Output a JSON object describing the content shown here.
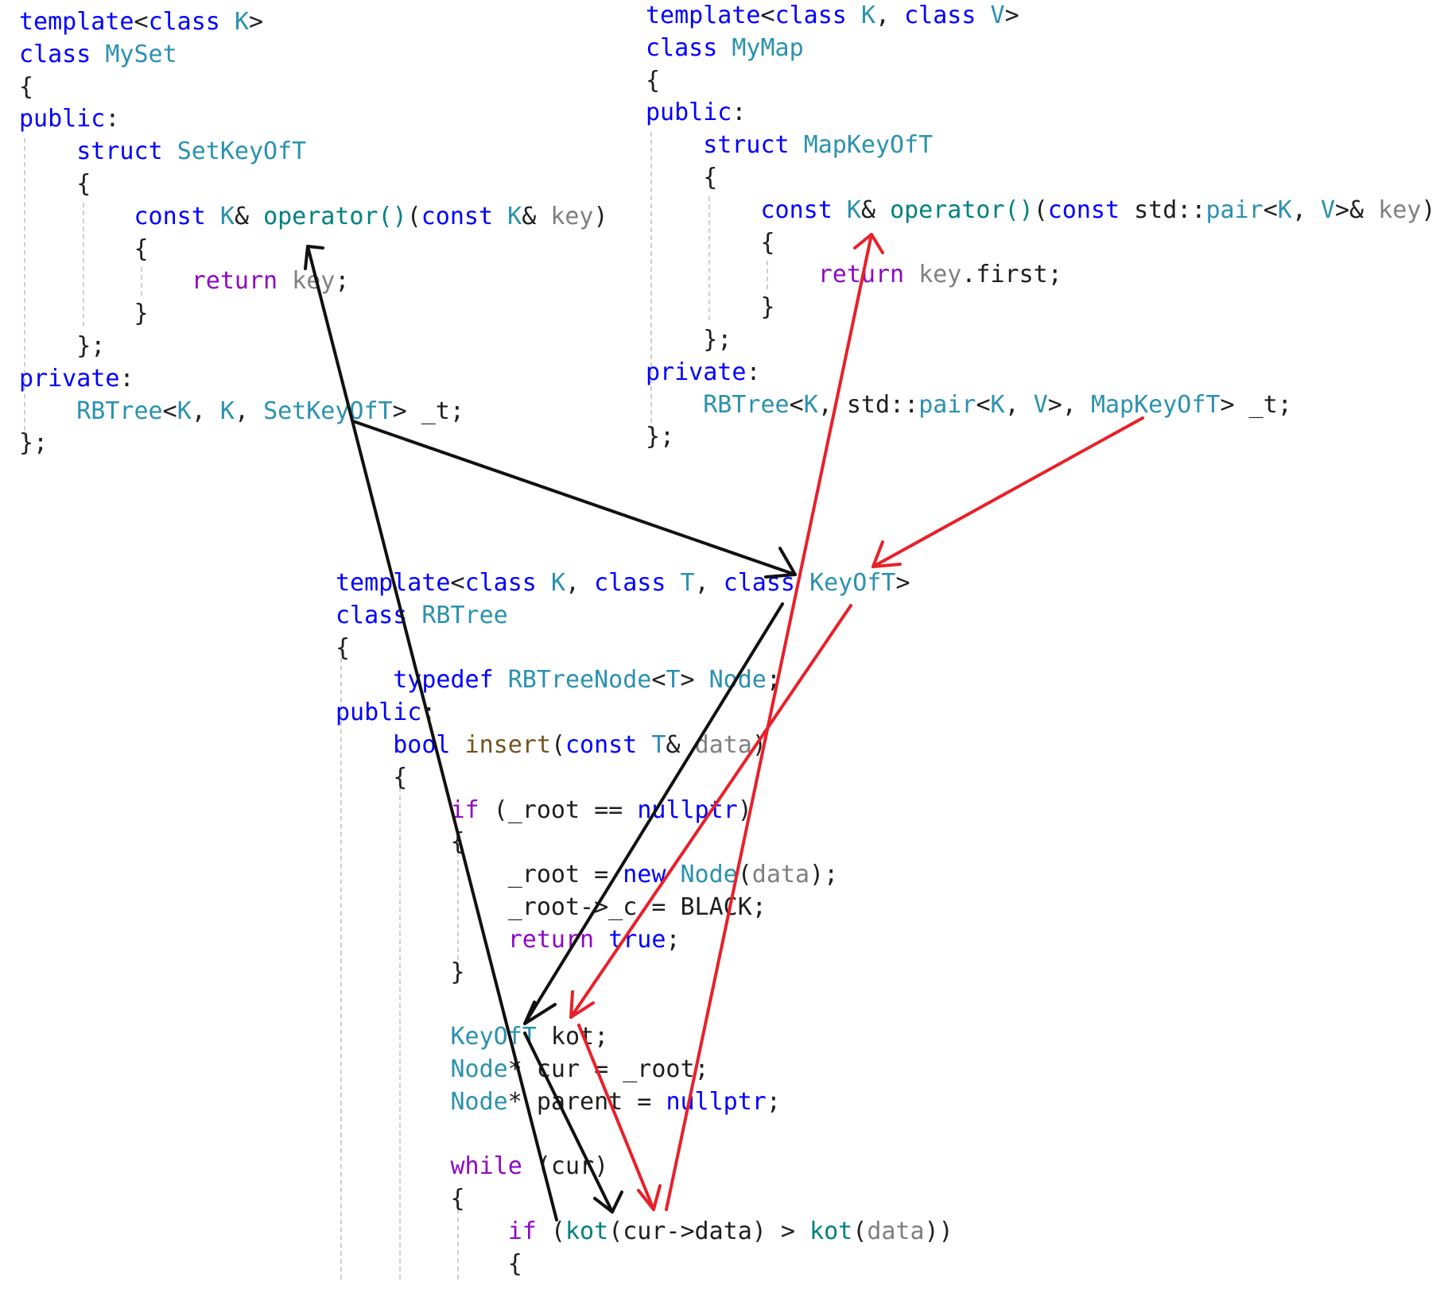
{
  "set_code": [
    [
      [
        "template",
        "kw"
      ],
      [
        "<",
        ""
      ],
      [
        "class",
        "kw"
      ],
      [
        " ",
        ""
      ],
      [
        "K",
        "ty"
      ],
      [
        ">",
        ""
      ]
    ],
    [
      [
        "class",
        "kw"
      ],
      [
        " ",
        ""
      ],
      [
        "MySet",
        "ty"
      ]
    ],
    [
      [
        "{",
        ""
      ]
    ],
    [
      [
        "public",
        "kw"
      ],
      [
        ":",
        ""
      ]
    ],
    [
      [
        "    ",
        ""
      ],
      [
        "struct",
        "kw"
      ],
      [
        " ",
        ""
      ],
      [
        "SetKeyOfT",
        "ty"
      ]
    ],
    [
      [
        "    {",
        ""
      ]
    ],
    [
      [
        "        ",
        ""
      ],
      [
        "const",
        "kw"
      ],
      [
        " ",
        ""
      ],
      [
        "K",
        "ty"
      ],
      [
        "& ",
        ""
      ],
      [
        "operator()",
        "op"
      ],
      [
        "(",
        ""
      ],
      [
        "const",
        "kw"
      ],
      [
        " ",
        ""
      ],
      [
        "K",
        "ty"
      ],
      [
        "& ",
        ""
      ],
      [
        "key",
        "par"
      ],
      [
        ")",
        ""
      ]
    ],
    [
      [
        "        {",
        ""
      ]
    ],
    [
      [
        "            ",
        ""
      ],
      [
        "return",
        "ctl"
      ],
      [
        " ",
        ""
      ],
      [
        "key",
        "par"
      ],
      [
        ";",
        ""
      ]
    ],
    [
      [
        "        }",
        ""
      ]
    ],
    [
      [
        "    };",
        ""
      ]
    ],
    [
      [
        "private",
        "kw"
      ],
      [
        ":",
        ""
      ]
    ],
    [
      [
        "    ",
        ""
      ],
      [
        "RBTree",
        "ty"
      ],
      [
        "<",
        ""
      ],
      [
        "K",
        "ty"
      ],
      [
        ", ",
        ""
      ],
      [
        "K",
        "ty"
      ],
      [
        ", ",
        ""
      ],
      [
        "SetKeyOfT",
        "ty"
      ],
      [
        "> _t;",
        ""
      ]
    ],
    [
      [
        "};",
        ""
      ]
    ]
  ],
  "map_code": [
    [
      [
        "template",
        "kw"
      ],
      [
        "<",
        ""
      ],
      [
        "class",
        "kw"
      ],
      [
        " ",
        ""
      ],
      [
        "K",
        "ty"
      ],
      [
        ", ",
        ""
      ],
      [
        "class",
        "kw"
      ],
      [
        " ",
        ""
      ],
      [
        "V",
        "ty"
      ],
      [
        ">",
        ""
      ]
    ],
    [
      [
        "class",
        "kw"
      ],
      [
        " ",
        ""
      ],
      [
        "MyMap",
        "ty"
      ]
    ],
    [
      [
        "{",
        ""
      ]
    ],
    [
      [
        "public",
        "kw"
      ],
      [
        ":",
        ""
      ]
    ],
    [
      [
        "    ",
        ""
      ],
      [
        "struct",
        "kw"
      ],
      [
        " ",
        ""
      ],
      [
        "MapKeyOfT",
        "ty"
      ]
    ],
    [
      [
        "    {",
        ""
      ]
    ],
    [
      [
        "        ",
        ""
      ],
      [
        "const",
        "kw"
      ],
      [
        " ",
        ""
      ],
      [
        "K",
        "ty"
      ],
      [
        "& ",
        ""
      ],
      [
        "operator()",
        "op"
      ],
      [
        "(",
        ""
      ],
      [
        "const",
        "kw"
      ],
      [
        " std::",
        ""
      ],
      [
        "pair",
        "ty"
      ],
      [
        "<",
        ""
      ],
      [
        "K",
        "ty"
      ],
      [
        ", ",
        ""
      ],
      [
        "V",
        "ty"
      ],
      [
        ">& ",
        ""
      ],
      [
        "key",
        "par"
      ],
      [
        ")",
        ""
      ]
    ],
    [
      [
        "        {",
        ""
      ]
    ],
    [
      [
        "            ",
        ""
      ],
      [
        "return",
        "ctl"
      ],
      [
        " ",
        ""
      ],
      [
        "key",
        "par"
      ],
      [
        ".first;",
        ""
      ]
    ],
    [
      [
        "        }",
        ""
      ]
    ],
    [
      [
        "    };",
        ""
      ]
    ],
    [
      [
        "private",
        "kw"
      ],
      [
        ":",
        ""
      ]
    ],
    [
      [
        "    ",
        ""
      ],
      [
        "RBTree",
        "ty"
      ],
      [
        "<",
        ""
      ],
      [
        "K",
        "ty"
      ],
      [
        ", std::",
        ""
      ],
      [
        "pair",
        "ty"
      ],
      [
        "<",
        ""
      ],
      [
        "K",
        "ty"
      ],
      [
        ", ",
        ""
      ],
      [
        "V",
        "ty"
      ],
      [
        ">, ",
        ""
      ],
      [
        "MapKeyOfT",
        "ty"
      ],
      [
        "> _t;",
        ""
      ]
    ],
    [
      [
        "};",
        ""
      ]
    ]
  ],
  "rbtree_code": [
    [
      [
        "template",
        "kw"
      ],
      [
        "<",
        ""
      ],
      [
        "class",
        "kw"
      ],
      [
        " ",
        ""
      ],
      [
        "K",
        "ty"
      ],
      [
        ", ",
        ""
      ],
      [
        "class",
        "kw"
      ],
      [
        " ",
        ""
      ],
      [
        "T",
        "ty"
      ],
      [
        ", ",
        ""
      ],
      [
        "class",
        "kw"
      ],
      [
        " ",
        ""
      ],
      [
        "KeyOfT",
        "ty"
      ],
      [
        ">",
        ""
      ]
    ],
    [
      [
        "class",
        "kw"
      ],
      [
        " ",
        ""
      ],
      [
        "RBTree",
        "ty"
      ]
    ],
    [
      [
        "{",
        ""
      ]
    ],
    [
      [
        "    ",
        ""
      ],
      [
        "typedef",
        "kw"
      ],
      [
        " ",
        ""
      ],
      [
        "RBTreeNode",
        "ty"
      ],
      [
        "<",
        ""
      ],
      [
        "T",
        "ty"
      ],
      [
        "> ",
        ""
      ],
      [
        "Node",
        "ty"
      ],
      [
        ";",
        ""
      ]
    ],
    [
      [
        "public",
        "kw"
      ],
      [
        ":",
        ""
      ]
    ],
    [
      [
        "    ",
        ""
      ],
      [
        "bool",
        "kw"
      ],
      [
        " ",
        ""
      ],
      [
        "insert",
        "fn"
      ],
      [
        "(",
        ""
      ],
      [
        "const",
        "kw"
      ],
      [
        " ",
        ""
      ],
      [
        "T",
        "ty"
      ],
      [
        "& ",
        ""
      ],
      [
        "data",
        "par"
      ],
      [
        ")",
        ""
      ]
    ],
    [
      [
        "    {",
        ""
      ]
    ],
    [
      [
        "        ",
        ""
      ],
      [
        "if",
        "ctl"
      ],
      [
        " (_root == ",
        ""
      ],
      [
        "nullptr",
        "kw"
      ],
      [
        ")",
        ""
      ]
    ],
    [
      [
        "        {",
        ""
      ]
    ],
    [
      [
        "            _root = ",
        ""
      ],
      [
        "new",
        "kw"
      ],
      [
        " ",
        ""
      ],
      [
        "Node",
        "ty"
      ],
      [
        "(",
        ""
      ],
      [
        "data",
        "par"
      ],
      [
        ");",
        ""
      ]
    ],
    [
      [
        "            _root->_c = BLACK;",
        ""
      ]
    ],
    [
      [
        "            ",
        ""
      ],
      [
        "return",
        "ctl"
      ],
      [
        " ",
        ""
      ],
      [
        "true",
        "kw"
      ],
      [
        ";",
        ""
      ]
    ],
    [
      [
        "        }",
        ""
      ]
    ],
    [
      [
        "",
        ""
      ]
    ],
    [
      [
        "        ",
        ""
      ],
      [
        "KeyOfT",
        "ty"
      ],
      [
        " kot;",
        ""
      ]
    ],
    [
      [
        "        ",
        ""
      ],
      [
        "Node",
        "ty"
      ],
      [
        "* cur = _root;",
        ""
      ]
    ],
    [
      [
        "        ",
        ""
      ],
      [
        "Node",
        "ty"
      ],
      [
        "* parent = ",
        ""
      ],
      [
        "nullptr",
        "kw"
      ],
      [
        ";",
        ""
      ]
    ],
    [
      [
        "",
        ""
      ]
    ],
    [
      [
        "        ",
        ""
      ],
      [
        "while",
        "ctl"
      ],
      [
        " (cur)",
        ""
      ]
    ],
    [
      [
        "        {",
        ""
      ]
    ],
    [
      [
        "            ",
        ""
      ],
      [
        "if",
        "ctl"
      ],
      [
        " (",
        ""
      ],
      [
        "kot",
        "op"
      ],
      [
        "(cur->data) > ",
        ""
      ],
      [
        "kot",
        "op"
      ],
      [
        "(",
        ""
      ],
      [
        "data",
        "par"
      ],
      [
        "))",
        ""
      ]
    ],
    [
      [
        "            {",
        ""
      ]
    ]
  ],
  "colors": {
    "keyword": "#0000ff",
    "control": "#8f08c4",
    "type": "#2b91af",
    "function": "#74531f",
    "operator": "#008080",
    "parameter": "#808080",
    "text": "#1e1e1e",
    "arrow_black": "#111111",
    "arrow_red": "#e8202a"
  }
}
